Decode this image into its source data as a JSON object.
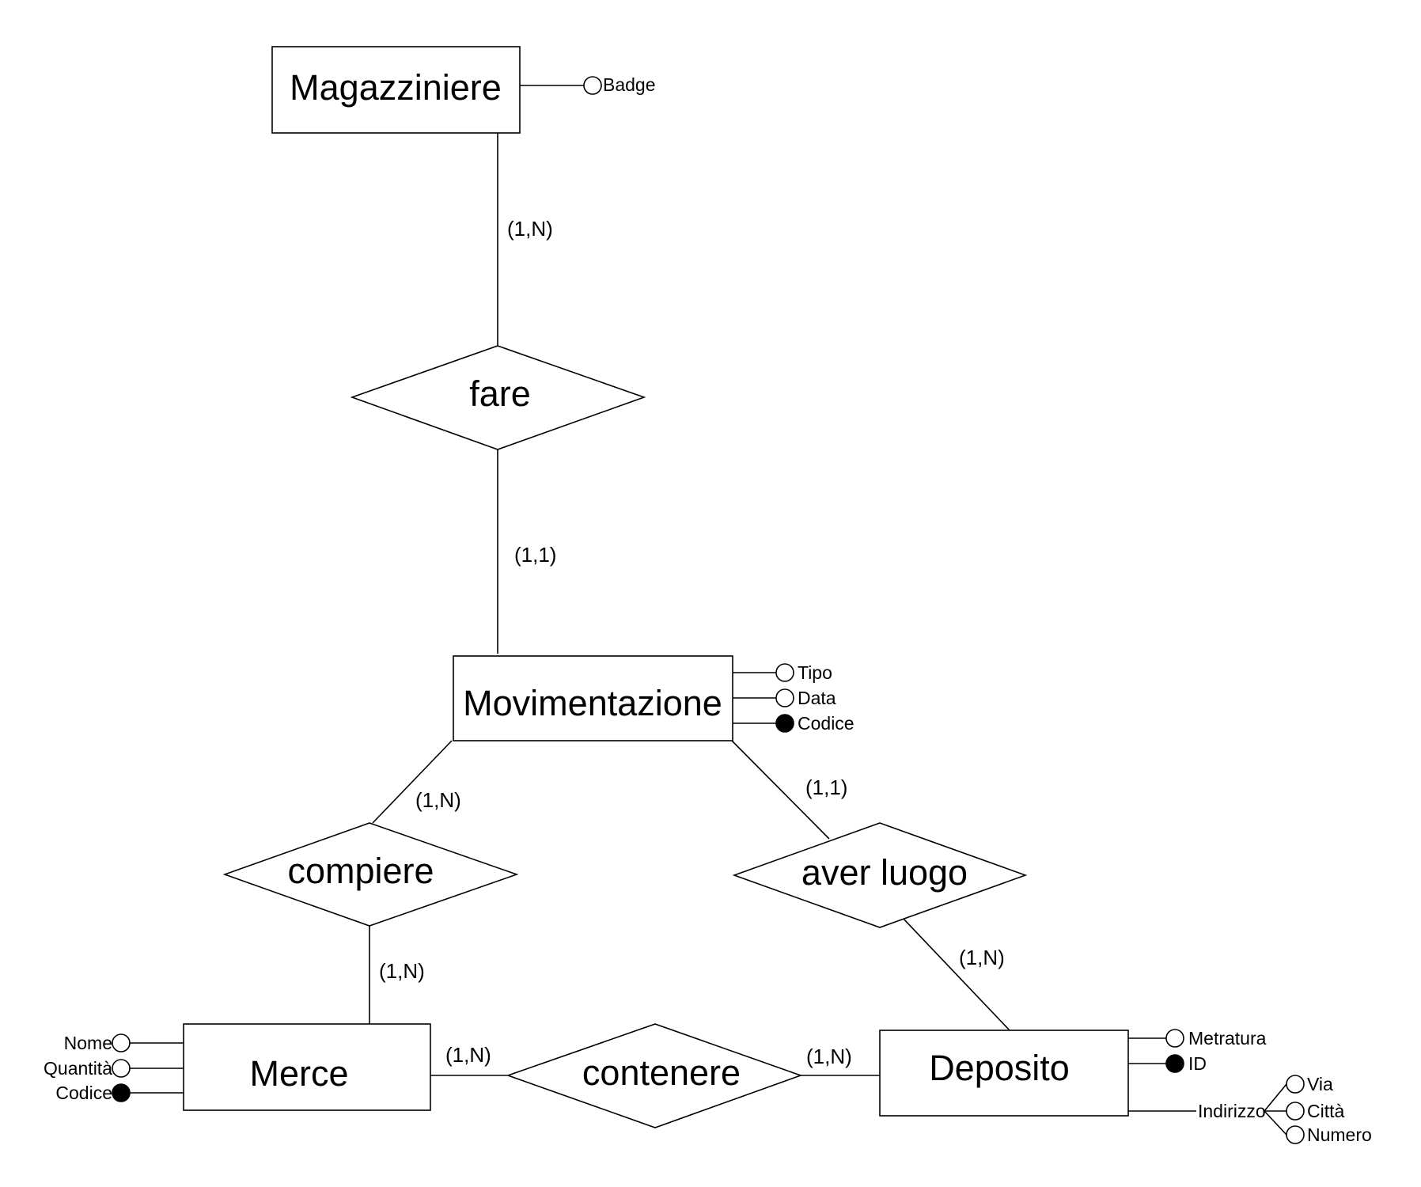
{
  "entities": {
    "magazziniere": {
      "name": "Magazziniere",
      "attr_badge": "Badge"
    },
    "movimentazione": {
      "name": "Movimentazione",
      "attr_tipo": "Tipo",
      "attr_data": "Data",
      "attr_codice": "Codice"
    },
    "merce": {
      "name": "Merce",
      "attr_nome": "Nome",
      "attr_quantita": "Quantità",
      "attr_codice": "Codice"
    },
    "deposito": {
      "name": "Deposito",
      "attr_metratura": "Metratura",
      "attr_id": "ID",
      "attr_indirizzo": "Indirizzo",
      "sub_via": "Via",
      "sub_citta": "Città",
      "sub_numero": "Numero"
    }
  },
  "relationships": {
    "fare": {
      "name": "fare",
      "card_magazziniere": "(1,N)",
      "card_movimentazione": "(1,1)"
    },
    "compiere": {
      "name": "compiere",
      "card_movimentazione": "(1,N)",
      "card_merce": "(1,N)"
    },
    "aver_luogo": {
      "name": "aver luogo",
      "card_movimentazione": "(1,1)",
      "card_deposito": "(1,N)"
    },
    "contenere": {
      "name": "contenere",
      "card_merce": "(1,N)",
      "card_deposito": "(1,N)"
    }
  }
}
